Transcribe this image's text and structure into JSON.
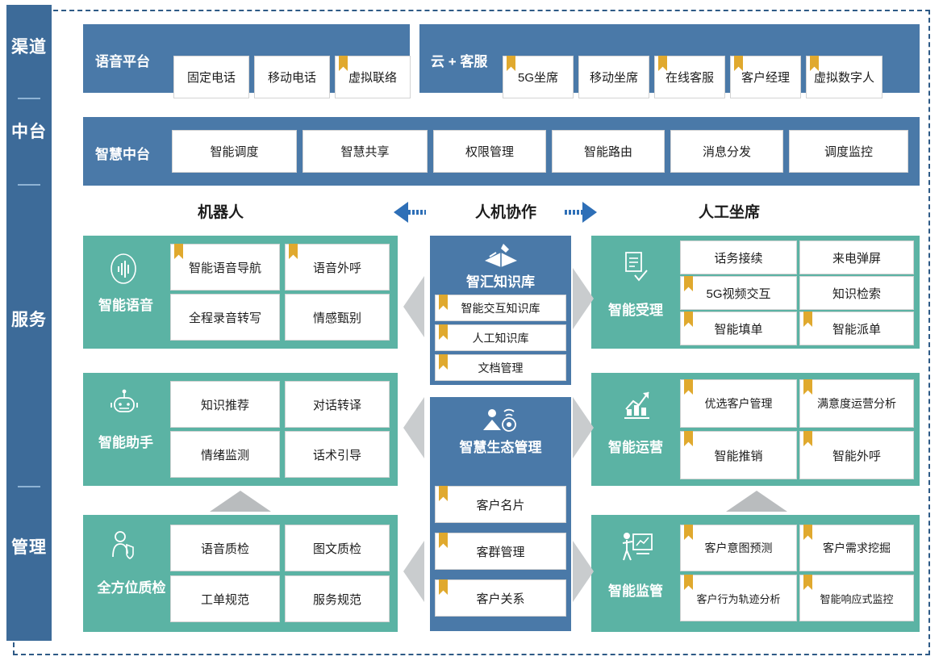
{
  "rail": {
    "labels": [
      "渠道",
      "中台",
      "服务",
      "管理"
    ]
  },
  "channel_layer": {
    "groups": [
      {
        "title": "语音平台",
        "items": [
          {
            "label": "固定电话",
            "ribbon": false
          },
          {
            "label": "移动电话",
            "ribbon": false
          },
          {
            "label": "虚拟联络",
            "ribbon": true
          }
        ]
      },
      {
        "title": "云 + 客服",
        "items": [
          {
            "label": "5G坐席",
            "ribbon": true
          },
          {
            "label": "移动坐席",
            "ribbon": false
          },
          {
            "label": "在线客服",
            "ribbon": true
          },
          {
            "label": "客户经理",
            "ribbon": true
          },
          {
            "label": "虚拟数字人",
            "ribbon": true
          }
        ]
      }
    ]
  },
  "middle_layer": {
    "title": "智慧中台",
    "items": [
      {
        "label": "智能调度"
      },
      {
        "label": "智慧共享"
      },
      {
        "label": "权限管理"
      },
      {
        "label": "智能路由"
      },
      {
        "label": "消息分发"
      },
      {
        "label": "调度监控"
      }
    ]
  },
  "role_row": {
    "left": "机器人",
    "center": "人机协作",
    "right": "人工坐席"
  },
  "left_column": {
    "groups": [
      {
        "name": "智能语音",
        "icon": "voice-wave-icon",
        "items": [
          {
            "label": "智能语音导航",
            "ribbon": true
          },
          {
            "label": "语音外呼",
            "ribbon": true
          },
          {
            "label": "全程录音转写",
            "ribbon": false
          },
          {
            "label": "情感甄别",
            "ribbon": false
          }
        ]
      },
      {
        "name": "智能助手",
        "icon": "robot-icon",
        "items": [
          {
            "label": "知识推荐",
            "ribbon": false
          },
          {
            "label": "对话转译",
            "ribbon": false
          },
          {
            "label": "情绪监测",
            "ribbon": false
          },
          {
            "label": "话术引导",
            "ribbon": false
          }
        ]
      },
      {
        "name": "全方位质检",
        "icon": "person-shield-icon",
        "items": [
          {
            "label": "语音质检",
            "ribbon": false
          },
          {
            "label": "图文质检",
            "ribbon": false
          },
          {
            "label": "工单规范",
            "ribbon": false
          },
          {
            "label": "服务规范",
            "ribbon": false
          }
        ]
      }
    ]
  },
  "center_column": {
    "groups": [
      {
        "name": "智汇知识库",
        "icon": "open-book-icon",
        "items": [
          {
            "label": "智能交互知识库",
            "ribbon": true
          },
          {
            "label": "人工知识库",
            "ribbon": true
          },
          {
            "label": "文档管理",
            "ribbon": true
          }
        ]
      },
      {
        "name": "智慧生态管理",
        "icon": "ecosystem-icon",
        "items": [
          {
            "label": "客户名片",
            "ribbon": true
          },
          {
            "label": "客群管理",
            "ribbon": true
          },
          {
            "label": "客户关系",
            "ribbon": true
          }
        ]
      }
    ]
  },
  "right_column": {
    "groups": [
      {
        "name": "智能受理",
        "icon": "document-check-icon",
        "items": [
          {
            "label": "话务接续",
            "ribbon": false
          },
          {
            "label": "来电弹屏",
            "ribbon": false
          },
          {
            "label": "5G视频交互",
            "ribbon": true
          },
          {
            "label": "知识检索",
            "ribbon": false
          },
          {
            "label": "智能填单",
            "ribbon": true
          },
          {
            "label": "智能派单",
            "ribbon": true
          }
        ]
      },
      {
        "name": "智能运营",
        "icon": "chart-growth-icon",
        "items": [
          {
            "label": "优选客户管理",
            "ribbon": true
          },
          {
            "label": "满意度运营分析",
            "ribbon": true
          },
          {
            "label": "智能推销",
            "ribbon": true
          },
          {
            "label": "智能外呼",
            "ribbon": true
          }
        ]
      },
      {
        "name": "智能监管",
        "icon": "presenter-board-icon",
        "items": [
          {
            "label": "客户意图预测",
            "ribbon": true
          },
          {
            "label": "客户需求挖掘",
            "ribbon": true
          },
          {
            "label": "客户行为轨迹分析",
            "ribbon": true
          },
          {
            "label": "智能响应式监控",
            "ribbon": true
          }
        ]
      }
    ]
  },
  "colors": {
    "blue": "#4a79a8",
    "rail_blue": "#3d6b99",
    "teal": "#5bb3a4",
    "ribbon_gold": "#e0a92e",
    "arrow_blue": "#2e6fb7",
    "chevron_gray": "#c9ccce"
  }
}
